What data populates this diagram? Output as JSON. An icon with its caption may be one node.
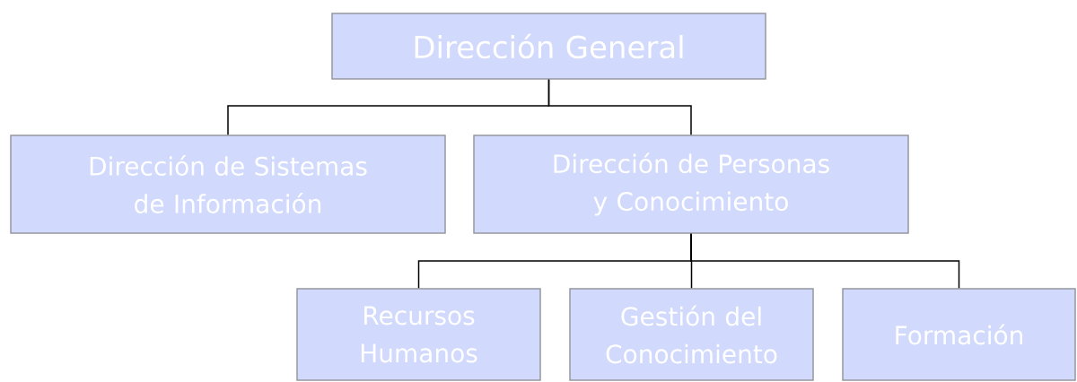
{
  "diagram": {
    "nodes": [
      {
        "text": [
          "Dirección General"
        ]
      },
      {
        "text": [
          "Dirección de Sistemas de Información"
        ]
      },
      {
        "text": [
          "Dirección de Personas y Conocimiento"
        ]
      },
      {
        "text": [
          "Recursos Humanos"
        ]
      },
      {
        "text": [
          "Gestión del Conocimiento"
        ]
      },
      {
        "text": [
          "Formación"
        ]
      }
    ],
    "edges": [
      {
        "from": 0,
        "to": 1,
        "arrow": "none"
      },
      {
        "from": 0,
        "to": 2,
        "arrow": "none"
      },
      {
        "from": 2,
        "to": 3,
        "arrow": "none"
      },
      {
        "from": 2,
        "to": 4,
        "arrow": "none"
      },
      {
        "from": 2,
        "to": 5,
        "arrow": "none"
      }
    ]
  }
}
